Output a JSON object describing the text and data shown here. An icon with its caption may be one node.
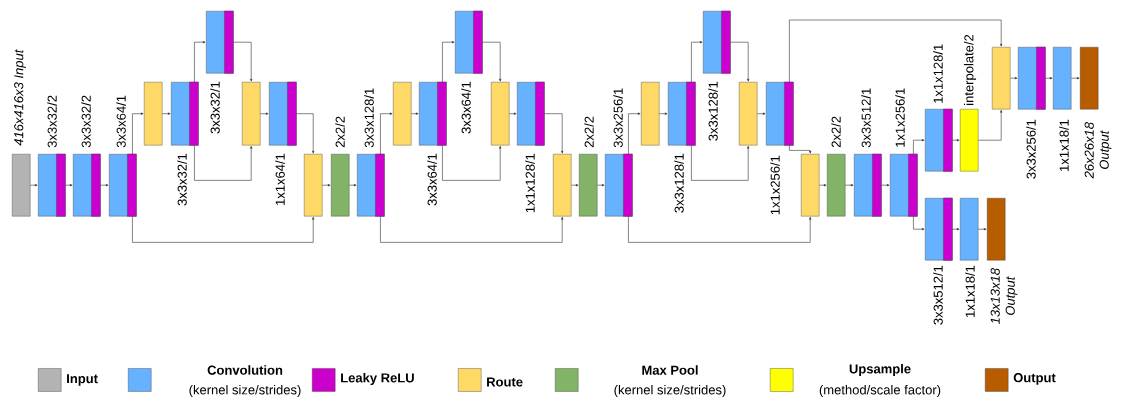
{
  "diagram": {
    "nodes": [
      {
        "text": [
          "416x416x3 Input"
        ]
      },
      {
        "text": [
          "3x3x32/2"
        ]
      },
      {
        "text": [
          "3x3x32/2"
        ]
      },
      {
        "text": [
          "3x3x64/1"
        ]
      },
      {
        "text": [],
        "shape": "box"
      },
      {
        "text": [
          "3x3x32/1"
        ]
      },
      {
        "text": [
          "3x3x32/1"
        ]
      },
      {
        "text": [],
        "shape": "box"
      },
      {
        "text": [
          "1x1x64/1"
        ]
      },
      {
        "text": [],
        "shape": "box"
      },
      {
        "text": [
          "2x2/2"
        ]
      },
      {
        "text": [
          "3x3x128/1"
        ]
      },
      {
        "text": [],
        "shape": "box"
      },
      {
        "text": [
          "3x3x64/1"
        ]
      },
      {
        "text": [
          "3x3x64/1"
        ]
      },
      {
        "text": [],
        "shape": "box"
      },
      {
        "text": [
          "1x1x128/1"
        ]
      },
      {
        "text": [],
        "shape": "box"
      },
      {
        "text": [
          "2x2/2"
        ]
      },
      {
        "text": [
          "3x3x256/1"
        ]
      },
      {
        "text": [],
        "shape": "box"
      },
      {
        "text": [
          "3x3x128/1"
        ]
      },
      {
        "text": [
          "3x3x128/1"
        ]
      },
      {
        "text": [],
        "shape": "box"
      },
      {
        "text": [
          "1x1x256/1"
        ]
      },
      {
        "text": [],
        "shape": "box"
      },
      {
        "text": [
          "2x2/2"
        ]
      },
      {
        "text": [
          "3x3x512/1"
        ]
      },
      {
        "text": [
          "1x1x256/1"
        ]
      },
      {
        "text": [
          "1x1x128/1"
        ]
      },
      {
        "text": [
          "interpolate/2"
        ]
      },
      {
        "text": [],
        "shape": "box"
      },
      {
        "text": [
          "3x3x256/1"
        ]
      },
      {
        "text": [
          "1x1x18/1"
        ]
      },
      {
        "text": [
          "26x26x18 Output"
        ]
      },
      {
        "text": [
          "3x3x512/1"
        ]
      },
      {
        "text": [
          "1x1x18/1"
        ]
      },
      {
        "text": [
          "13x13x18 Output"
        ]
      }
    ],
    "edges": [
      {
        "from": 0,
        "to": 1,
        "arrow": "to"
      },
      {
        "from": 1,
        "to": 2,
        "arrow": "to"
      },
      {
        "from": 2,
        "to": 3,
        "arrow": "to"
      },
      {
        "from": 3,
        "to": 4,
        "arrow": "to"
      },
      {
        "from": 4,
        "to": 5,
        "arrow": "to"
      },
      {
        "from": 5,
        "to": 6,
        "arrow": "to"
      },
      {
        "from": 6,
        "to": 7,
        "arrow": "to"
      },
      {
        "from": 5,
        "to": 7,
        "arrow": "to"
      },
      {
        "from": 7,
        "to": 8,
        "arrow": "to"
      },
      {
        "from": 8,
        "to": 9,
        "arrow": "to"
      },
      {
        "from": 3,
        "to": 9,
        "arrow": "to"
      },
      {
        "from": 9,
        "to": 10,
        "arrow": "to"
      },
      {
        "from": 10,
        "to": 11,
        "arrow": "to"
      },
      {
        "from": 11,
        "to": 12,
        "arrow": "to"
      },
      {
        "from": 12,
        "to": 13,
        "arrow": "to"
      },
      {
        "from": 13,
        "to": 14,
        "arrow": "to"
      },
      {
        "from": 14,
        "to": 15,
        "arrow": "to"
      },
      {
        "from": 13,
        "to": 15,
        "arrow": "to"
      },
      {
        "from": 15,
        "to": 16,
        "arrow": "to"
      },
      {
        "from": 16,
        "to": 17,
        "arrow": "to"
      },
      {
        "from": 11,
        "to": 17,
        "arrow": "to"
      },
      {
        "from": 17,
        "to": 18,
        "arrow": "to"
      },
      {
        "from": 18,
        "to": 19,
        "arrow": "to"
      },
      {
        "from": 19,
        "to": 20,
        "arrow": "to"
      },
      {
        "from": 20,
        "to": 21,
        "arrow": "to"
      },
      {
        "from": 21,
        "to": 22,
        "arrow": "to"
      },
      {
        "from": 22,
        "to": 23,
        "arrow": "to"
      },
      {
        "from": 21,
        "to": 23,
        "arrow": "to"
      },
      {
        "from": 23,
        "to": 24,
        "arrow": "to"
      },
      {
        "from": 24,
        "to": 25,
        "arrow": "to"
      },
      {
        "from": 19,
        "to": 25,
        "arrow": "to"
      },
      {
        "from": 25,
        "to": 26,
        "arrow": "to"
      },
      {
        "from": 26,
        "to": 27,
        "arrow": "to"
      },
      {
        "from": 27,
        "to": 28,
        "arrow": "to"
      },
      {
        "from": 28,
        "to": 29,
        "arrow": "to"
      },
      {
        "from": 29,
        "to": 30,
        "arrow": "to"
      },
      {
        "from": 30,
        "to": 31,
        "arrow": "to"
      },
      {
        "from": 24,
        "to": 31,
        "arrow": "to"
      },
      {
        "from": 31,
        "to": 32,
        "arrow": "to"
      },
      {
        "from": 32,
        "to": 33,
        "arrow": "to"
      },
      {
        "from": 33,
        "to": 34,
        "arrow": "to"
      },
      {
        "from": 28,
        "to": 35,
        "arrow": "to"
      },
      {
        "from": 35,
        "to": 36,
        "arrow": "to"
      },
      {
        "from": 36,
        "to": 37,
        "arrow": "to"
      }
    ],
    "labels": [
      "(kernel size/strides)",
      "(kernel size/strides)",
      "(method/scale factor)"
    ],
    "legend": [
      {
        "text": "Input",
        "color": "#b3b3b3"
      },
      {
        "text": "Convolution",
        "color": "#66b2ff"
      },
      {
        "text": "Leaky ReLU",
        "color": "#cc00cc"
      },
      {
        "text": "Route",
        "color": "#ffd966"
      },
      {
        "text": "Max Pool",
        "color": "#82b366"
      },
      {
        "text": "Upsample",
        "color": "#ffff00"
      },
      {
        "text": "Output",
        "color": "#b85c00"
      }
    ]
  }
}
